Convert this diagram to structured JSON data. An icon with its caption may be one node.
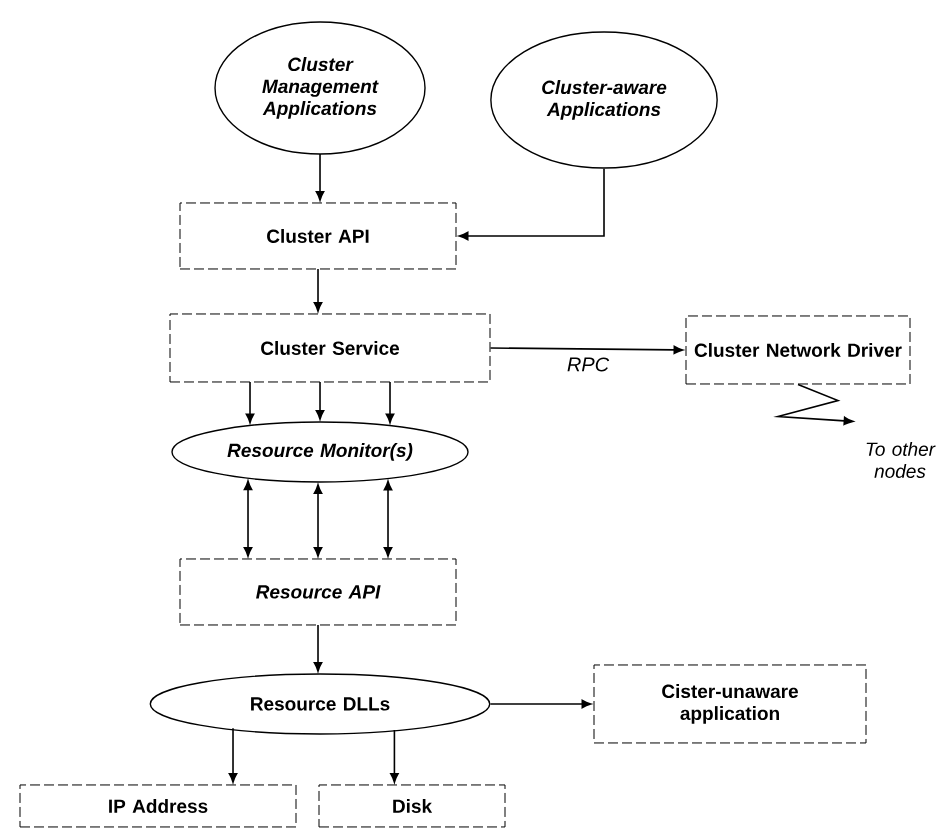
{
  "diagram": {
    "nodes": [
      {
        "text": [
          "Cluster Management Applications"
        ]
      },
      {
        "text": [
          "Cluster-aware Applications"
        ]
      },
      {
        "text": [
          "Cluster API"
        ]
      },
      {
        "text": [
          "Cluster Service"
        ]
      },
      {
        "text": [
          "Cluster Network Driver"
        ]
      },
      {
        "text": [
          "To other nodes"
        ]
      },
      {
        "text": [
          "Resource Monitor(s)"
        ]
      },
      {
        "text": [
          "Resource API"
        ]
      },
      {
        "text": [
          "Resource DLLs"
        ]
      },
      {
        "text": [
          "Cister-unaware application"
        ]
      },
      {
        "text": [
          "IP Address"
        ]
      },
      {
        "text": [
          "Disk"
        ]
      }
    ],
    "edges": [
      {
        "from": 0,
        "to": 2,
        "arrow": "to"
      },
      {
        "from": 1,
        "to": 2,
        "arrow": "to"
      },
      {
        "from": 2,
        "to": 3,
        "arrow": "to"
      },
      {
        "from": 3,
        "to": 4,
        "arrow": "to",
        "label": "RPC"
      },
      {
        "from": 4,
        "to": 5,
        "arrow": "to"
      },
      {
        "from": 3,
        "to": 6,
        "arrow": "to"
      },
      {
        "from": 3,
        "to": 6,
        "arrow": "to"
      },
      {
        "from": 3,
        "to": 6,
        "arrow": "to"
      },
      {
        "from": 6,
        "to": 7,
        "arrow": "both"
      },
      {
        "from": 6,
        "to": 7,
        "arrow": "both"
      },
      {
        "from": 6,
        "to": 7,
        "arrow": "both"
      },
      {
        "from": 7,
        "to": 8,
        "arrow": "to"
      },
      {
        "from": 8,
        "to": 9,
        "arrow": "to"
      },
      {
        "from": 8,
        "to": 10,
        "arrow": "to"
      },
      {
        "from": 8,
        "to": 11,
        "arrow": "to"
      }
    ]
  }
}
